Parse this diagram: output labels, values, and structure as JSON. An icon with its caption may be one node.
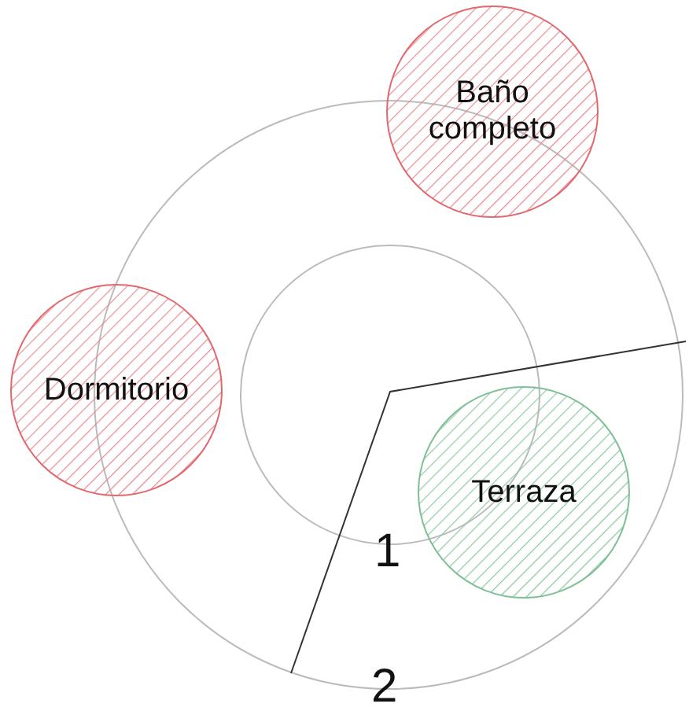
{
  "diagram": {
    "nodes": [
      {
        "text": [
          "Baño completo"
        ]
      },
      {
        "text": [
          "Dormitorio"
        ]
      },
      {
        "text": [
          "Terraza"
        ]
      }
    ],
    "labels": [
      "1",
      "2"
    ]
  }
}
